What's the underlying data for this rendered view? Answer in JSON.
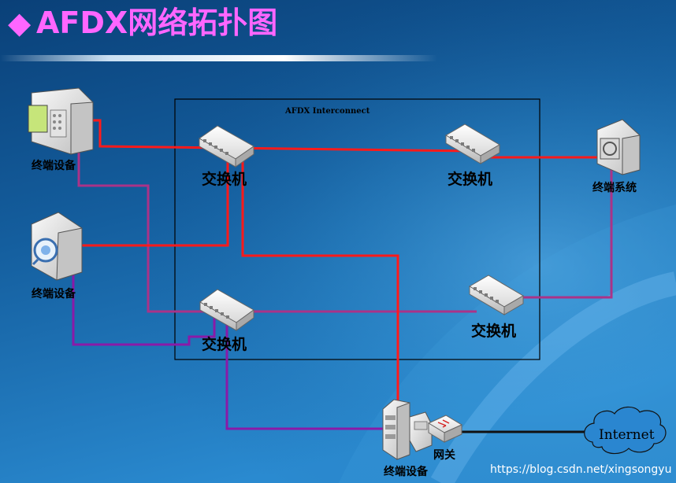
{
  "title": "AFDX网络拓扑图",
  "title_bullet": "◆",
  "interconnect_label": "AFDX Interconnect",
  "nodes": {
    "end_device_top": "终端设备",
    "end_device_mid": "终端设备",
    "end_device_bottom": "终端设备",
    "end_system": "终端系统",
    "switch_top_left": "交换机",
    "switch_top_right": "交换机",
    "switch_bottom_left": "交换机",
    "switch_bottom_right": "交换机",
    "gateway": "网关",
    "internet": "Internet"
  },
  "watermark": "https://blog.csdn.net/xingsongyu",
  "colors": {
    "title": "#ff66ff",
    "red_link": "#ff1a1a",
    "purple_link": "#aa3388",
    "violet_link": "#8a1aa8",
    "black_link": "#111111",
    "background_top": "#0c4d86",
    "background_bottom": "#1f7cc2"
  },
  "icons": {
    "end_device_top": "terminal-unit-icon",
    "end_device_mid": "display-terminal-icon",
    "end_device_bottom": "server-workstation-icon",
    "end_system": "end-system-icon",
    "switch": "network-switch-icon",
    "gateway": "router-icon",
    "internet": "cloud-icon"
  }
}
